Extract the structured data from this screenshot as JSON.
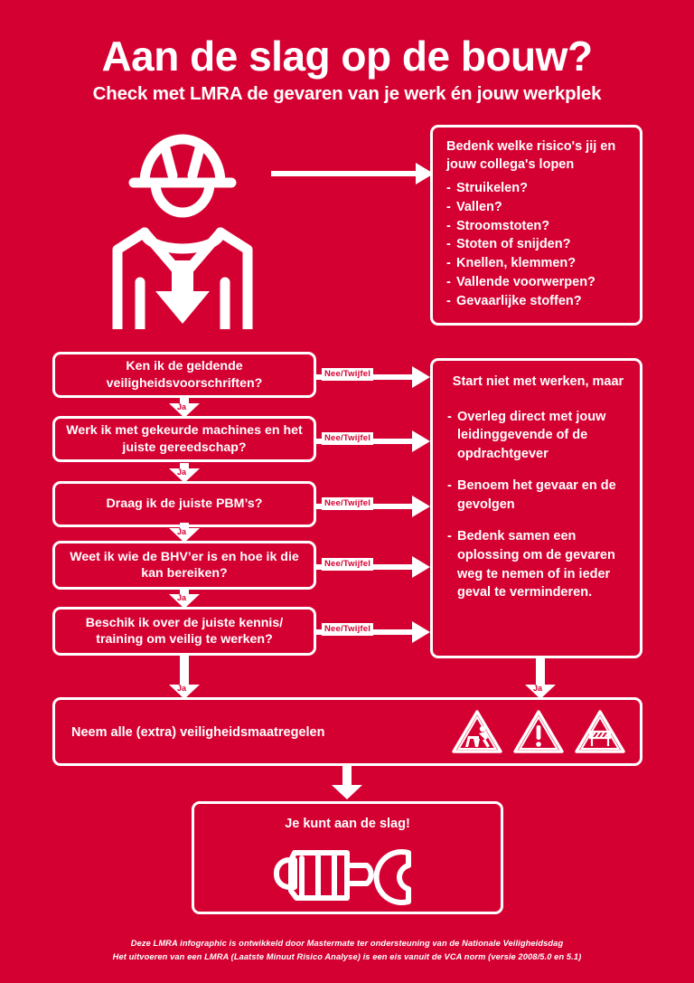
{
  "header": {
    "title": "Aan de slag op de bouw?",
    "subtitle": "Check met LMRA de gevaren van je werk én jouw werkplek"
  },
  "colors": {
    "background_red": "#D50032",
    "outline_white": "#FFFFFF",
    "text_white": "#FFFFFF",
    "label_red": "#D50032"
  },
  "worker": {
    "icon": "construction-worker-with-helmet-icon",
    "inner_icon": "down-arrow-icon"
  },
  "risk_panel": {
    "heading": "Bedenk welke risico's jij en jouw collega's lopen",
    "items": [
      "Struikelen?",
      "Vallen?",
      "Stroomstoten?",
      "Stoten of snijden?",
      "Knellen, klemmen?",
      "Vallende voorwerpen?",
      "Gevaarlijke stoffen?"
    ]
  },
  "questions": [
    {
      "text": "Ken ik de geldende veiligheidsvoorschriften?",
      "no_label": "Nee/Twijfel",
      "yes_label": "Ja"
    },
    {
      "text": "Werk ik met gekeurde machines en het juiste gereedschap?",
      "no_label": "Nee/Twijfel",
      "yes_label": "Ja"
    },
    {
      "text": "Draag ik de juiste PBM’s?",
      "no_label": "Nee/Twijfel",
      "yes_label": "Ja"
    },
    {
      "text": "Weet ik wie de BHV’er is en hoe ik die kan bereiken?",
      "no_label": "Nee/Twijfel",
      "yes_label": "Ja"
    },
    {
      "text": "Beschik ik over de juiste kennis/ training om veilig te werken?",
      "no_label": "Nee/Twijfel",
      "yes_label": "Ja"
    }
  ],
  "action_panel": {
    "heading": "Start niet met werken, maar",
    "items": [
      "Overleg direct met jouw leidinggevende of de opdrachtgever",
      "Benoem het gevaar en de gevolgen",
      "Bedenk samen een oplossing om de gevaren weg te nemen of in ieder geval te verminderen."
    ]
  },
  "flow_labels": {
    "yes_left": "Ja",
    "yes_right": "Ja"
  },
  "measures": {
    "text": "Neem alle (extra) veiligheidsmaatregelen",
    "icons": [
      "warning-triangle-roadworks-icon",
      "warning-triangle-exclamation-icon",
      "warning-triangle-barrier-icon"
    ]
  },
  "final": {
    "text": "Je kunt aan de slag!",
    "icon": "fist-holding-wrench-icon"
  },
  "footer": {
    "line1": "Deze LMRA infographic is ontwikkeld door Mastermate ter ondersteuning van de Nationale Veiligheidsdag",
    "line2": "Het uitvoeren van een LMRA (Laatste Minuut Risico Analyse) is een eis vanuit de VCA norm (versie 2008/5.0 en 5.1)"
  }
}
